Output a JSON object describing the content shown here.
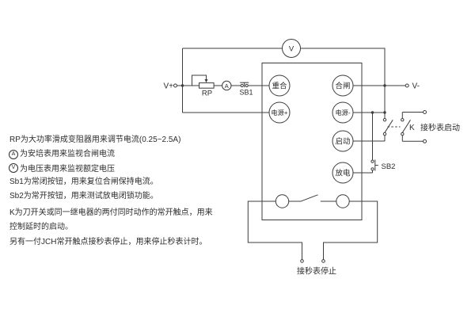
{
  "colors": {
    "background": "#ffffff",
    "line": "#3c3c3c",
    "text": "#2d2d2d"
  },
  "notes": {
    "lines": [
      {
        "text": "RP为大功率滑成变阻器用来调节电流(0.25~2.5A)"
      },
      {
        "symbol": "A",
        "text": "为安培表用来监视合闸电流"
      },
      {
        "symbol": "V",
        "text": "为电压表用来监视额定电压"
      },
      {
        "text": "Sb1为常闭按钮，用来复位合闸保持电流。"
      },
      {
        "text": "Sb2为常开按钮，用来测试放电闭锁功能。"
      },
      {
        "text": "K为刀开关或同一继电器的两付同时动作的常开触点，用来"
      },
      {
        "text": "控制延时的启动。"
      },
      {
        "text": "另有一付JCH常开触点接秒表停止，用来停止秒表计时。"
      }
    ]
  },
  "circuit": {
    "source": {
      "v_plus": "V+",
      "v_minus": "V-"
    },
    "meters": {
      "voltmeter": "V",
      "ammeter": "A"
    },
    "rheostat_label": "RP",
    "buttons": {
      "sb1": "SB1",
      "sb2": "SB2"
    },
    "switch_k_label": "K",
    "device_ports": {
      "reclose": "重合",
      "close": "合闸",
      "power_plus": "电源+",
      "power_minus": "电源-",
      "start": "启动",
      "discharge": "放电"
    },
    "annotations": {
      "stopwatch_start": "接秒表启动",
      "stopwatch_stop": "接秒表停止"
    }
  }
}
